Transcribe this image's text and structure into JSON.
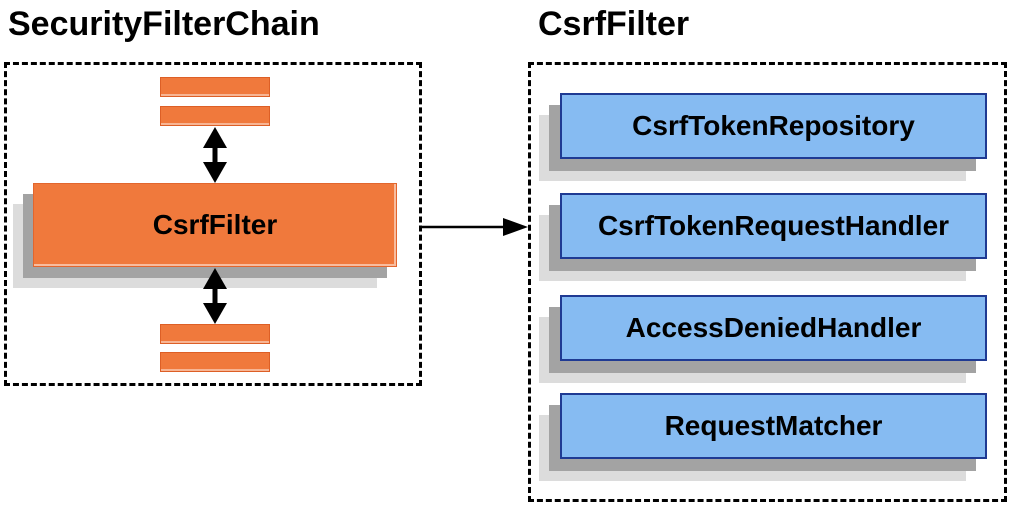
{
  "security_filter_chain": {
    "title": "SecurityFilterChain",
    "node_label": "CsrfFilter"
  },
  "csrf_filter_panel": {
    "title": "CsrfFilter",
    "components": [
      "CsrfTokenRepository",
      "CsrfTokenRequestHandler",
      "AccessDeniedHandler",
      "RequestMatcher"
    ]
  },
  "colors": {
    "orange": "#F0793C",
    "blue_fill": "#86BBF2",
    "blue_border": "#1F3A93",
    "shadow_dark": "#A3A3A3",
    "shadow_light": "#DCDCDC",
    "line_black": "#000000"
  }
}
